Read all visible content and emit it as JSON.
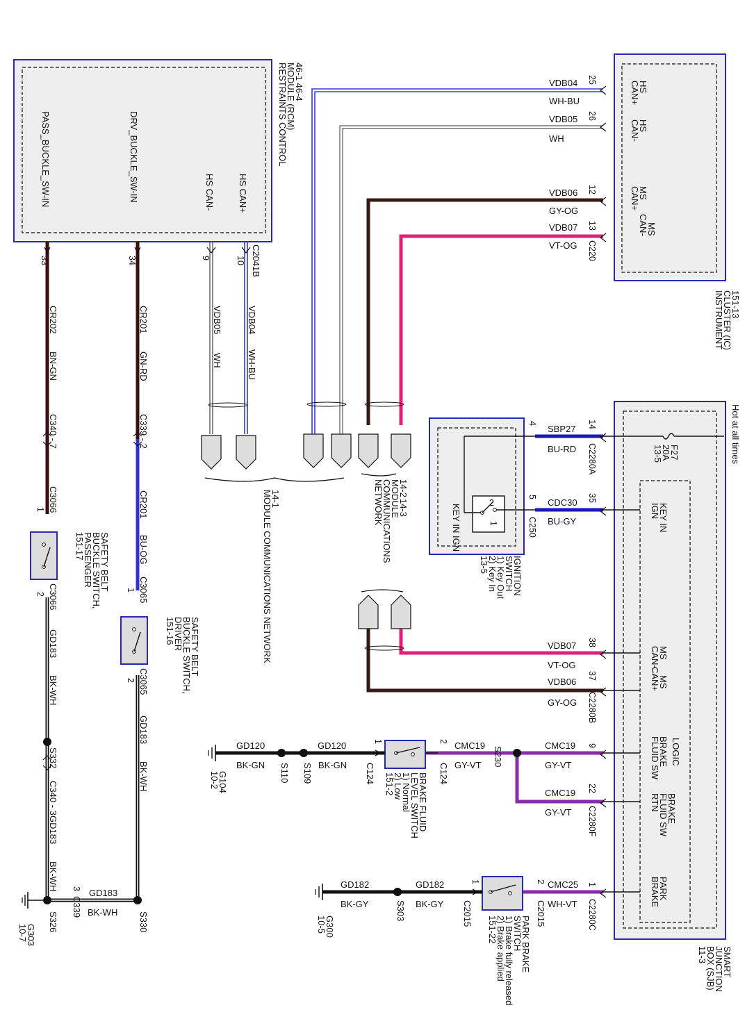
{
  "modules": {
    "rcm": {
      "title1": "RESTRAINTS CONTROL",
      "title2": "MODULE (RCM)",
      "title3": "46-1  46-4",
      "connector": "C2041B",
      "pins": [
        {
          "name": "HS CAN+",
          "pin": "10",
          "ckt": "VDB04",
          "color": "WH-BU"
        },
        {
          "name": "HS CAN-",
          "pin": "9",
          "ckt": "VDB05",
          "color": "WH"
        },
        {
          "name": "DRV_BUCKLE_SW-IN",
          "pin": "34",
          "ckt": "CR201",
          "color": "GN-RD"
        },
        {
          "name": "PASS_BUCKLE_SW-IN",
          "pin": "33",
          "ckt": "CR202",
          "color": "BN-GN"
        }
      ]
    },
    "ic": {
      "title1": "INSTRUMENT",
      "title2": "CLUSTER (IC)",
      "title3": "151-13",
      "connector": "C220",
      "pins": [
        {
          "name1": "HS",
          "name2": "CAN+",
          "pin": "25",
          "ckt": "VDB04",
          "color": "WH-BU"
        },
        {
          "name1": "HS",
          "name2": "CAN-",
          "pin": "26",
          "ckt": "VDB05",
          "color": "WH"
        },
        {
          "name1": "MS",
          "name2": "CAN+",
          "pin": "12",
          "ckt": "VDB06",
          "color": "GY-OG"
        },
        {
          "name1": "MS",
          "name2": "CAN-",
          "pin": "13",
          "ckt": "VDB07",
          "color": "VT-OG"
        }
      ]
    },
    "sjb": {
      "title1": "SMART",
      "title2": "JUNCTION",
      "title3": "BOX (SJB)",
      "title4": "11-3",
      "hot": "Hot at all times",
      "logic": "LOGIC",
      "fuse": {
        "name": "F27",
        "amp": "20A",
        "ref": "13-5"
      },
      "pins": [
        {
          "pin": "14",
          "conn": "C2280A",
          "ckt": "SBP27",
          "color": "BU-RD"
        },
        {
          "pin": "35",
          "conn": "C250",
          "ckt": "CDC30",
          "color": "BU-GY",
          "name1": "KEY IN",
          "name2": "IGN"
        },
        {
          "pin": "38",
          "conn": "",
          "ckt": "VDB07",
          "color": "VT-OG",
          "name1": "MS",
          "name2": "CAN-"
        },
        {
          "pin": "37",
          "conn": "C2280B",
          "ckt": "VDB06",
          "color": "GY-OG",
          "name1": "MS",
          "name2": "CAN+"
        },
        {
          "pin": "9",
          "conn": "",
          "ckt": "CMC19",
          "color": "GY-VT",
          "name1": "BRAKE",
          "name2": "FLUID SW"
        },
        {
          "pin": "22",
          "conn": "C2280F",
          "ckt": "CMC19",
          "color": "GY-VT",
          "name1": "BRAKE",
          "name2": "FLUID SW",
          "name3": "RTN"
        },
        {
          "pin": "1",
          "conn": "C2280C",
          "ckt": "CMC25",
          "color": "WH-VT",
          "name1": "PARK",
          "name2": "BRAKE"
        }
      ]
    }
  },
  "ignition_switch": {
    "title1": "IGNITION",
    "title2": "SWITCH",
    "pos1": "1) Key Out",
    "pos2": "2) Key In",
    "ref": "13-5",
    "inner": "KEY IN IGN",
    "pin4": "4",
    "pin5": "5",
    "n1": "1",
    "n2": "2"
  },
  "network": {
    "ref_a": "14-1",
    "label_a": "MODULE COMMUNICATIONS NETWORK",
    "ref_b": "14-2",
    "ref_c": "14-3",
    "label_b1": "MODULE",
    "label_b2": "COMMUNICATIONS",
    "label_b3": "NETWORK"
  },
  "rcm_connectors": {
    "c339": "C339 - 2",
    "c340": "C340 - 7",
    "c3066a": "C3066",
    "c3066b": "C3066",
    "c3065a": "C3065",
    "c3065b": "C3065",
    "cr201b": "CR201",
    "buog": "BU-OG",
    "gd183": "GD183",
    "bkwh": "BK-WH",
    "s332": "S332",
    "c340_3": "C340 - 3",
    "s326": "S326",
    "c339b": "C339",
    "s330": "S330",
    "g303": "G303",
    "g303ref": "10-7",
    "p1": "1",
    "p2": "2",
    "p1b": "1",
    "p2b": "2",
    "p3": "3"
  },
  "seatbelt_pass": {
    "t1": "SAFETY BELT",
    "t2": "BUCKLE SWITCH,",
    "t3": "PASSENGER",
    "t4": "151-17"
  },
  "seatbelt_drv": {
    "t1": "SAFETY BELT",
    "t2": "BUCKLE SWITCH,",
    "t3": "DRIVER",
    "t4": "151-16"
  },
  "brake_fluid": {
    "t1": "BRAKE FLUID",
    "t2": "LEVEL SWITCH",
    "t3": "1) Normal",
    "t4": "2) Low",
    "t5": "151-2",
    "c124a": "C124",
    "c124b": "C124",
    "p1": "1",
    "p2": "2",
    "s230": "S230",
    "s109": "S109",
    "s110": "S110",
    "gd120a": "GD120",
    "gd120b": "GD120",
    "bkgn_a": "BK-GN",
    "bkgn_b": "BK-GN",
    "g104": "G104",
    "g104ref": "10-2",
    "cmc19": "CMC19",
    "gyvt": "GY-VT"
  },
  "park_brake": {
    "t1": "PARK BRAKE",
    "t2": "SWITCH",
    "t3": "1) Brake fully released",
    "t4": "2) Brake applied",
    "t5": "151-22",
    "c2015a": "C2015",
    "c2015b": "C2015",
    "p1": "1",
    "p2": "2",
    "s303": "S303",
    "gd182a": "GD182",
    "gd182b": "GD182",
    "bkgy_a": "BK-GY",
    "bkgy_b": "BK-GY",
    "g300": "G300",
    "g300ref": "10-5"
  },
  "colors": {
    "module_border": "#2a2ab0",
    "fill": "#eeeeee",
    "wire_wh_bu": "#3340c0",
    "wire_bn_gn": "#3a1010",
    "wire_gn_rd": "#3a1010",
    "wire_bu_og": "#3333cc",
    "wire_gy_og": "#3a1a10",
    "wire_vt_og": "#e0207a",
    "wire_gy_vt": "#8a2ca8",
    "wire_bu": "#1a1ab0",
    "ground": "#111111"
  }
}
